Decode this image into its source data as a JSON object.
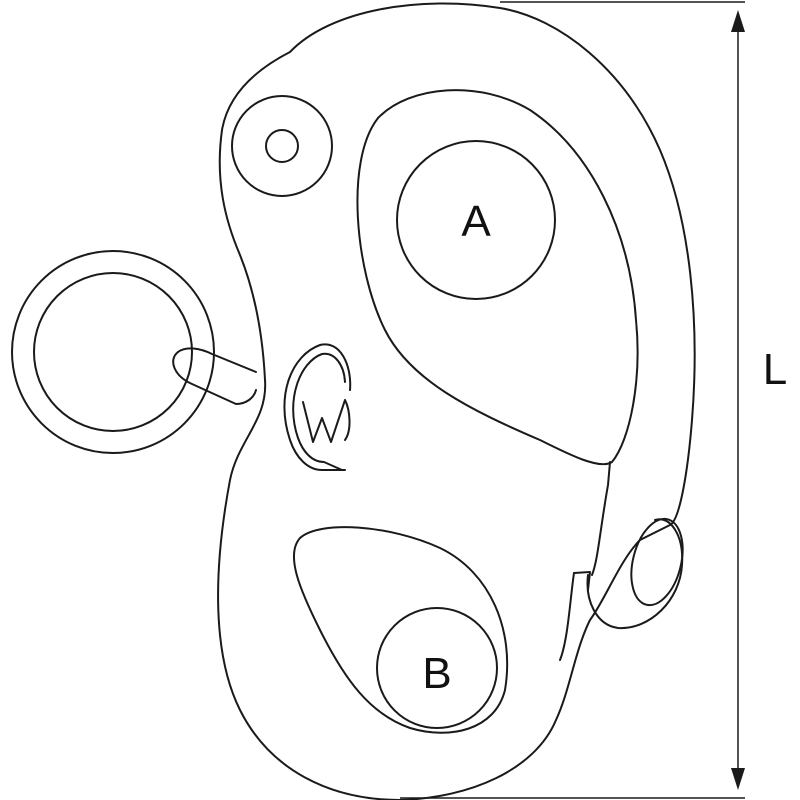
{
  "labels": {
    "a": "A",
    "b": "B",
    "l": "L"
  },
  "colors": {
    "line": "#1a1a1a",
    "background": "#ffffff"
  }
}
